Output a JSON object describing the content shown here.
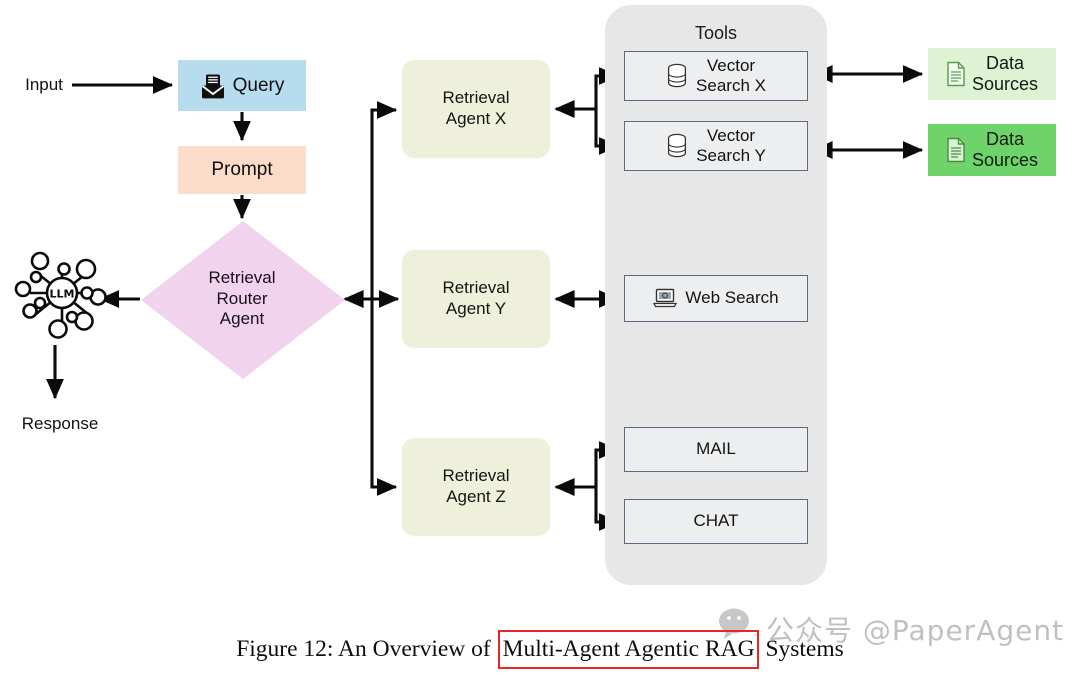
{
  "figure": {
    "caption_prefix": "Figure 12: An Overview of ",
    "caption_highlight": "Multi-Agent Agentic RAG",
    "caption_suffix": " Systems",
    "highlight_color": "#e8271f"
  },
  "flow": {
    "input_label": "Input",
    "response_label": "Response",
    "llm_label": "LLM",
    "query_label": "Query",
    "query_icon": "envelope-document-icon",
    "query_color": "#b6dcee",
    "prompt_label": "Prompt",
    "prompt_color": "#fbdcc9",
    "router": {
      "line1": "Retrieval",
      "line2": "Router",
      "line3": "Agent",
      "color": "#f2d3ed"
    }
  },
  "agents": [
    {
      "id": "x",
      "line1": "Retrieval",
      "line2": "Agent X",
      "color": "#eef0dc"
    },
    {
      "id": "y",
      "line1": "Retrieval",
      "line2": "Agent Y",
      "color": "#eef0dc"
    },
    {
      "id": "z",
      "line1": "Retrieval",
      "line2": "Agent Z",
      "color": "#eef0dc"
    }
  ],
  "tools": {
    "title": "Tools",
    "panel_color": "#e7e7e7",
    "items": [
      {
        "id": "vector-search-x",
        "line1": "Vector",
        "line2": "Search X",
        "icon": "database-icon"
      },
      {
        "id": "vector-search-y",
        "line1": "Vector",
        "line2": "Search Y",
        "icon": "database-icon"
      },
      {
        "id": "web-search",
        "line1": "Web Search",
        "line2": "",
        "icon": "laptop-icon"
      },
      {
        "id": "mail",
        "line1": "MAIL",
        "line2": "",
        "icon": ""
      },
      {
        "id": "chat",
        "line1": "CHAT",
        "line2": "",
        "icon": ""
      }
    ]
  },
  "data_sources": [
    {
      "id": "data-sources-light",
      "line1": "Data",
      "line2": "Sources",
      "icon": "file-icon",
      "color": "#ddf3d4"
    },
    {
      "id": "data-sources-dark",
      "line1": "Data",
      "line2": "Sources",
      "icon": "file-icon",
      "color": "#6ed36a"
    }
  ],
  "watermark": {
    "text": "公众号 @PaperAgent",
    "icon": "wechat-icon"
  }
}
